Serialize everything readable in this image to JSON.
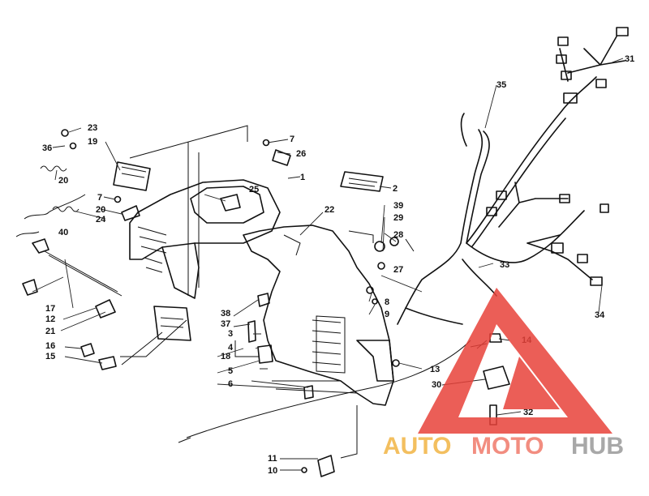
{
  "diagram": {
    "callouts": [
      "1",
      "2",
      "3",
      "4",
      "5",
      "6",
      "7",
      "7",
      "8",
      "9",
      "10",
      "11",
      "12",
      "13",
      "14",
      "15",
      "16",
      "17",
      "18",
      "19",
      "20",
      "20",
      "21",
      "22",
      "23",
      "24",
      "25",
      "26",
      "27",
      "28",
      "29",
      "30",
      "31",
      "32",
      "33",
      "34",
      "35",
      "36",
      "37",
      "38",
      "39",
      "40"
    ]
  },
  "watermark": {
    "brand_part1": "AUTO",
    "brand_part2": "MOTO",
    "brand_part3": "HUB",
    "colors": {
      "part1": "#f2b544",
      "part2": "#f07a6a",
      "part3": "#9a9a9a",
      "triangle": "#e8423a"
    }
  }
}
